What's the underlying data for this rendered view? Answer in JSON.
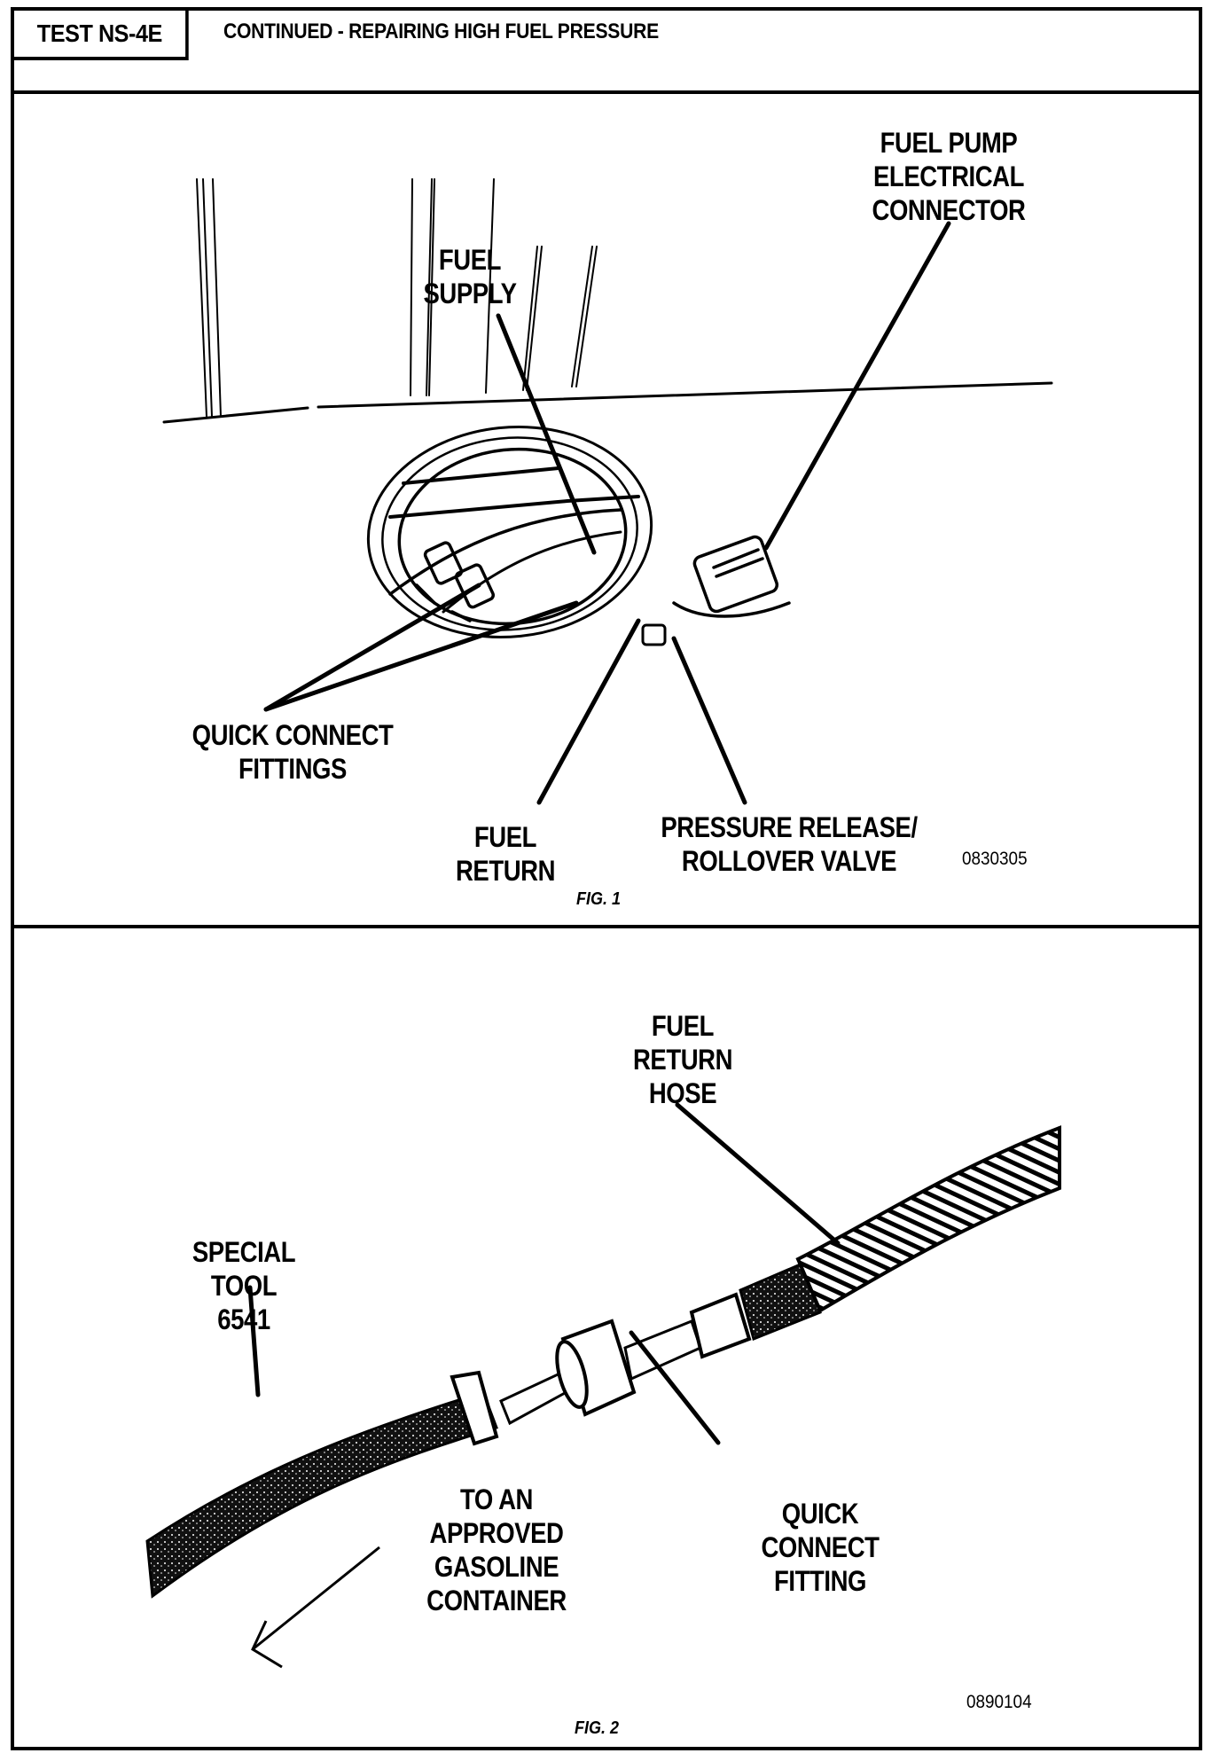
{
  "header": {
    "test_id": "TEST NS-4E",
    "title": "CONTINUED - REPAIRING HIGH FUEL PRESSURE"
  },
  "figure1": {
    "caption": "FIG. 1",
    "code": "0830305",
    "labels": {
      "fuel_pump_connector": [
        "FUEL PUMP",
        "ELECTRICAL",
        "CONNECTOR"
      ],
      "fuel_supply": [
        "FUEL",
        "SUPPLY"
      ],
      "quick_connect_fittings": [
        "QUICK CONNECT",
        "FITTINGS"
      ],
      "fuel_return": [
        "FUEL",
        "RETURN"
      ],
      "pressure_release": [
        "PRESSURE RELEASE/",
        "ROLLOVER VALVE"
      ]
    }
  },
  "figure2": {
    "caption": "FIG. 2",
    "code": "0890104",
    "labels": {
      "fuel_return_hose": [
        "FUEL",
        "RETURN",
        "HOSE"
      ],
      "special_tool": [
        "SPECIAL",
        "TOOL",
        "6541"
      ],
      "to_container": [
        "TO AN",
        "APPROVED",
        "GASOLINE",
        "CONTAINER"
      ],
      "quick_connect_fitting": [
        "QUICK",
        "CONNECT",
        "FITTING"
      ]
    }
  }
}
